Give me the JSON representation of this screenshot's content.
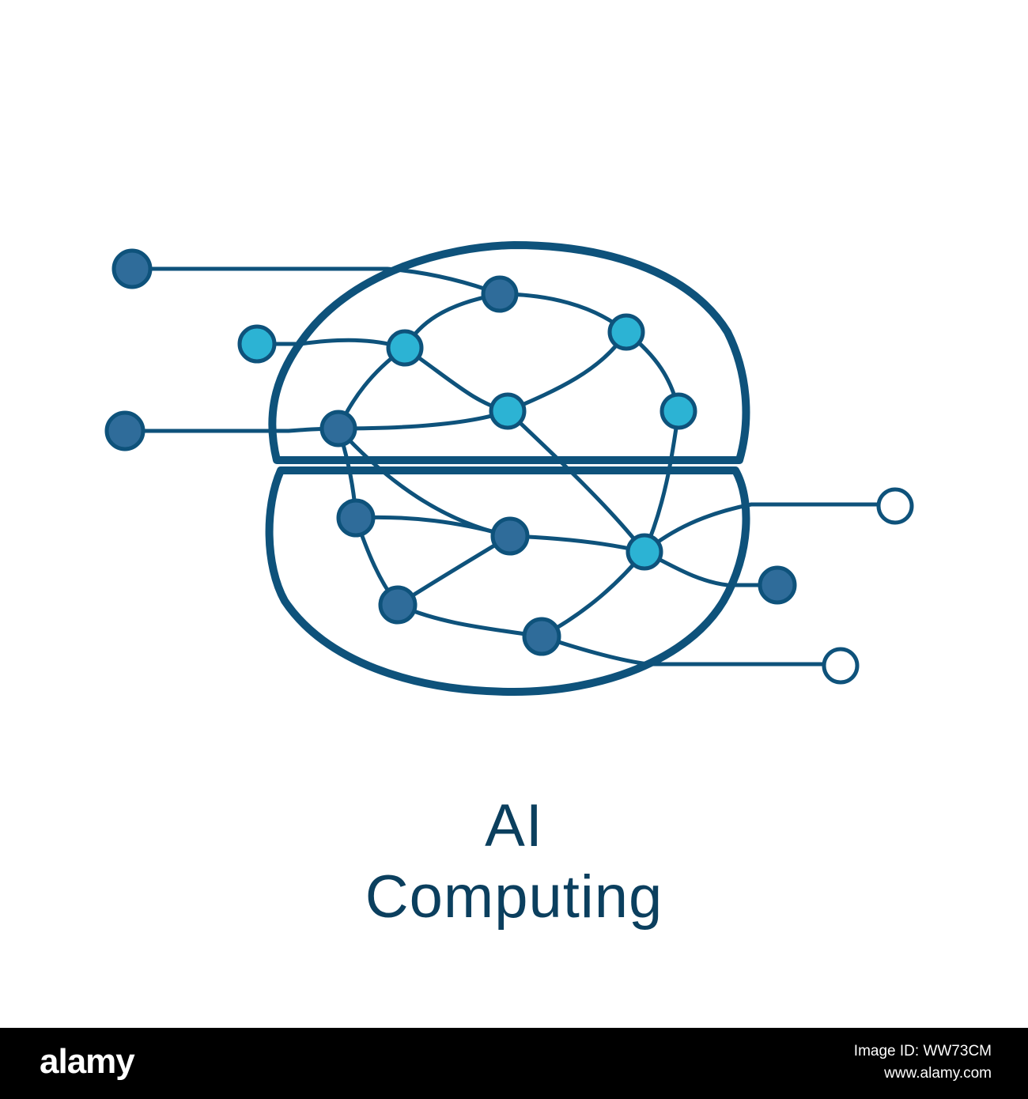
{
  "caption": {
    "line1": "AI",
    "line2": "Computing"
  },
  "footer": {
    "brand": "alamy",
    "image_id": "Image ID: WW73CM",
    "site": "www.alamy.com"
  },
  "icon": {
    "name": "ai-brain-network-icon"
  },
  "colors": {
    "outline": "#0e527b",
    "node_dark": "#2f6c9a",
    "node_light": "#2cb3d4",
    "node_ring": "#0e527b",
    "text": "#0b3f5e",
    "footer_bg": "#000000"
  }
}
